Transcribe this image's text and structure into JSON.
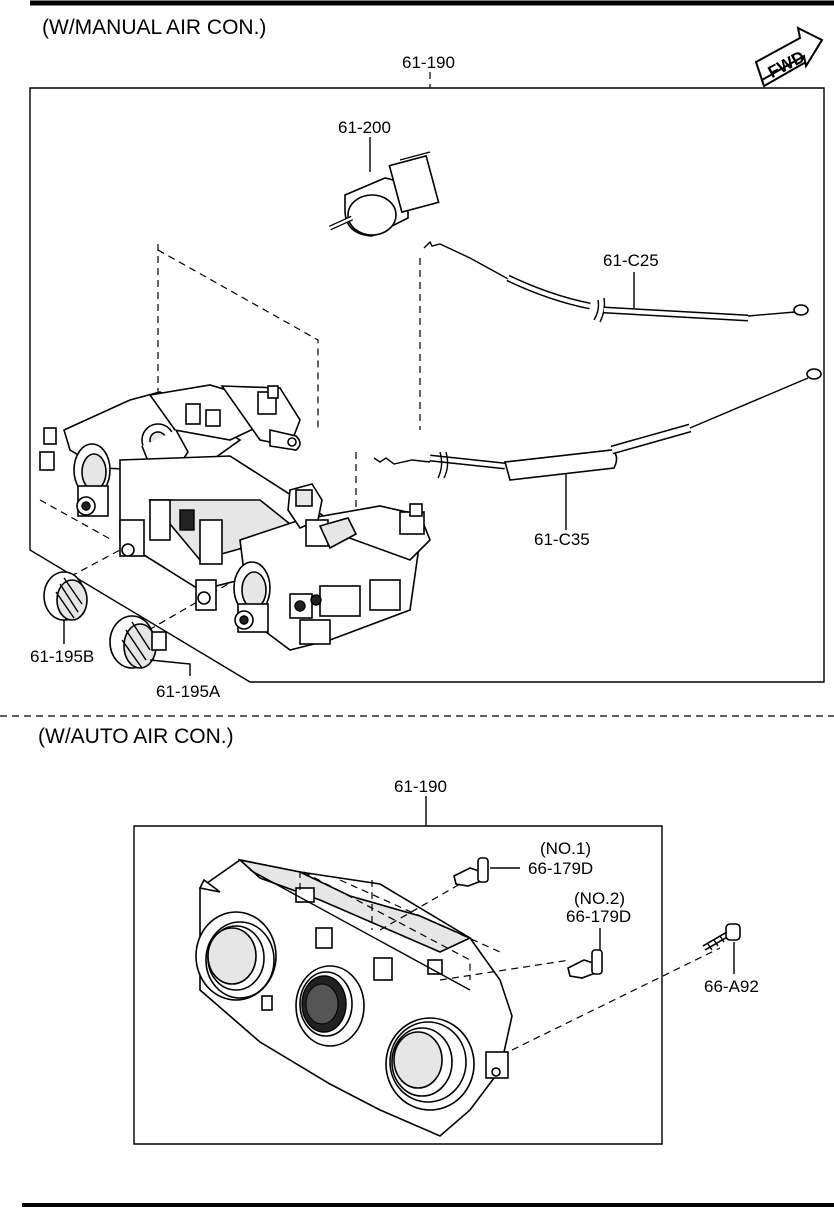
{
  "sections": {
    "manual": {
      "title": "(W/MANUAL AIR CON.)"
    },
    "auto": {
      "title": "(W/AUTO AIR CON.)"
    }
  },
  "fwd_label": "FWD",
  "labels": {
    "m_61_190": "61-190",
    "m_61_200": "61-200",
    "m_61_c25": "61-C25",
    "m_61_c35": "61-C35",
    "m_61_195b": "61-195B",
    "m_61_195a": "61-195A",
    "a_61_190": "61-190",
    "a_no1": "(NO.1)",
    "a_66_179d_1": "66-179D",
    "a_no2": "(NO.2)",
    "a_66_179d_2": "66-179D",
    "a_66_a92": "66-A92"
  }
}
